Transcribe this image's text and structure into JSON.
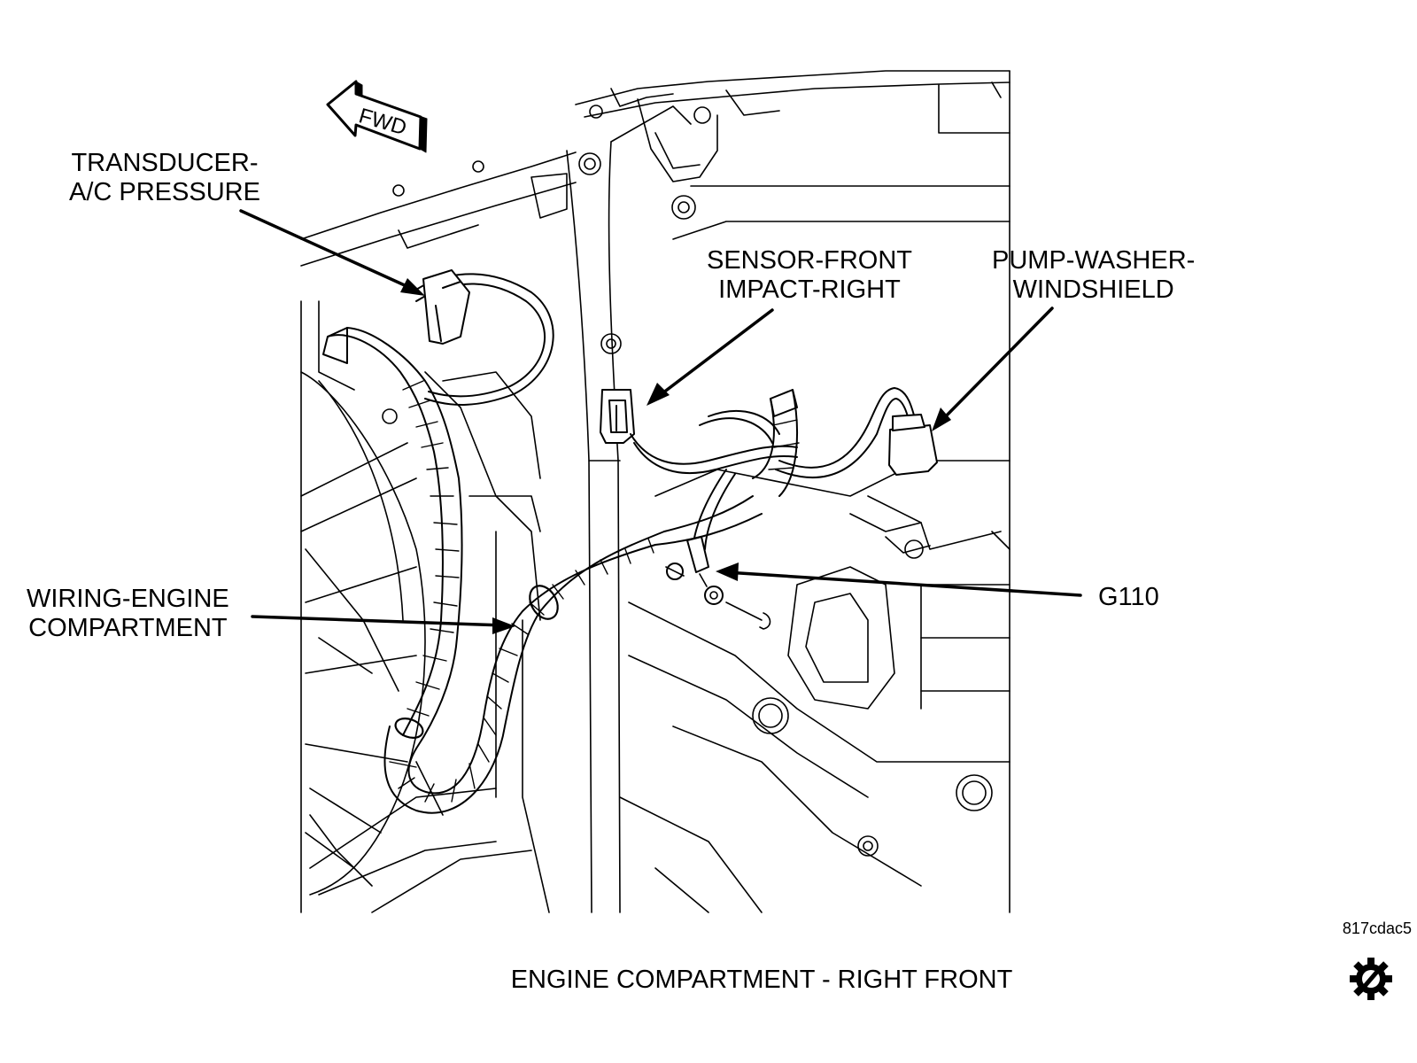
{
  "direction_tag": "FWD",
  "callouts": {
    "transducer": [
      "TRANSDUCER-",
      "A/C PRESSURE"
    ],
    "sensor": [
      "SENSOR-FRONT",
      "IMPACT-RIGHT"
    ],
    "pump": [
      "PUMP-WASHER-",
      "WINDSHIELD"
    ],
    "wiring": [
      "WIRING-ENGINE",
      "COMPARTMENT"
    ],
    "ground": "G110"
  },
  "caption": "ENGINE COMPARTMENT - RIGHT FRONT",
  "figure_id": "817cdac5",
  "colors": {
    "ink": "#000000",
    "paper": "#ffffff"
  },
  "icons": [
    "fwd-arrow-icon",
    "gear-logo-icon"
  ]
}
